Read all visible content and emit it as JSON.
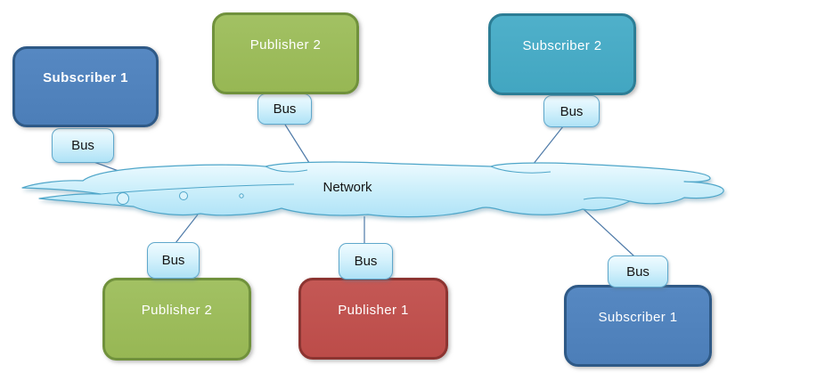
{
  "diagram": {
    "network_label": "Network",
    "bus_label": "Bus",
    "top_nodes": [
      {
        "label": "Subscriber 1",
        "fill": "#4F81BD",
        "border": "#2E5986",
        "text_color": "#FFFFFF"
      },
      {
        "label": "Publisher 2",
        "fill": "#9BBB59",
        "border": "#70913C",
        "text_color": "#FFFFFF"
      },
      {
        "label": "Subscriber 2",
        "fill": "#45AAC5",
        "border": "#2C7D95",
        "text_color": "#FFFFFF"
      }
    ],
    "bottom_nodes": [
      {
        "label": "Publisher 2",
        "fill": "#9BBB59",
        "border": "#70913C",
        "text_color": "#FFFFFF"
      },
      {
        "label": "Publisher 1",
        "fill": "#C0504D",
        "border": "#8C3431",
        "text_color": "#FFFFFF"
      },
      {
        "label": "Subscriber 1",
        "fill": "#4F81BD",
        "border": "#2E5986",
        "text_color": "#FFFFFF"
      }
    ],
    "styles": {
      "bus_fill_top": "#EFFBFF",
      "bus_fill_bottom": "#AEE2F6",
      "bus_border": "#5FA8CC",
      "bus_text_color": "#141414",
      "cloud_fill_top": "#EDFAFF",
      "cloud_fill_bottom": "#AFE3F7",
      "cloud_stroke": "#4FA6C9",
      "connector_color": "#4E7AA8",
      "background": "#FFFFFF"
    }
  }
}
